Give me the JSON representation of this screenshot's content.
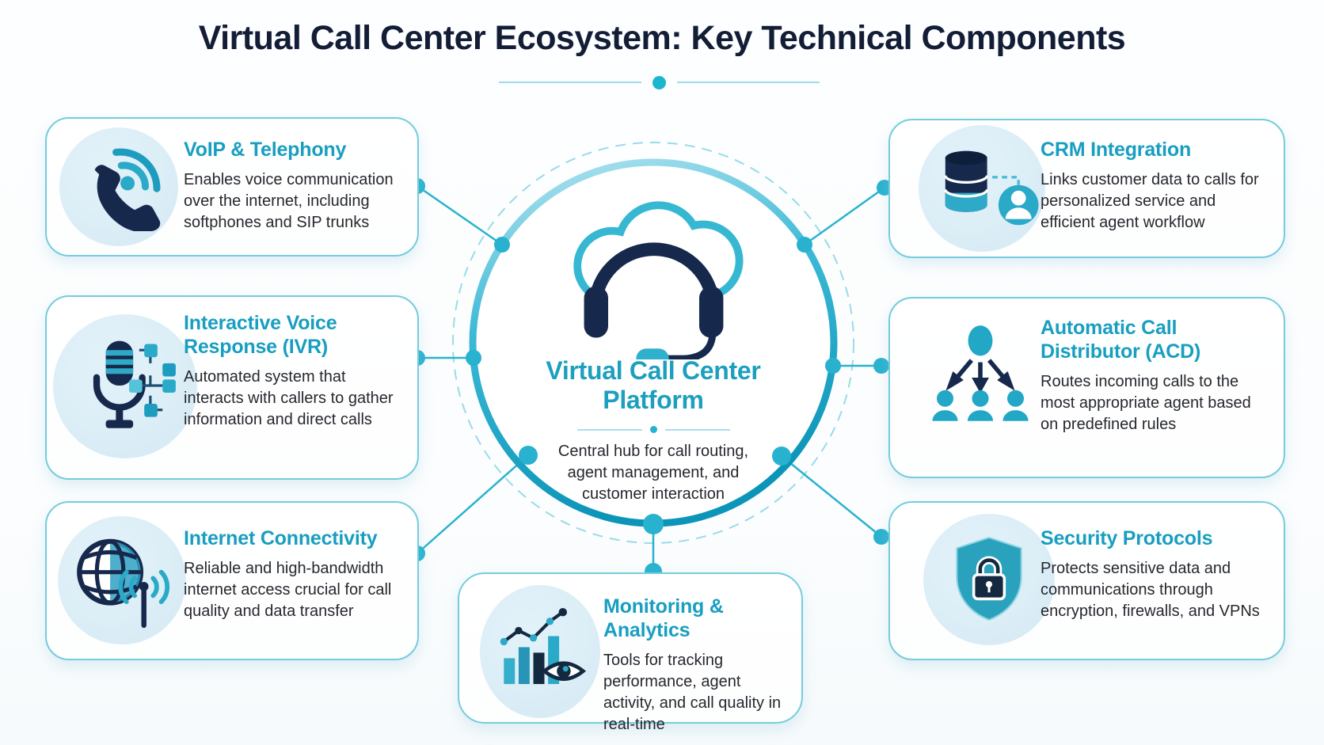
{
  "title": "Virtual Call Center Ecosystem: Key Technical Components",
  "hub": {
    "icon": "cloud-headset-icon",
    "title": "Virtual Call Center Platform",
    "title_line1": "Virtual Call Center",
    "title_line2": "Platform",
    "description_lines": [
      "Central hub for call routing,",
      "agent management, and",
      "customer interaction"
    ]
  },
  "cards": [
    {
      "id": "voip",
      "icon": "phone-wifi-icon",
      "title": "VoIP & Telephony",
      "description": "Enables voice communication over the internet, including softphones and SIP trunks"
    },
    {
      "id": "ivr",
      "icon": "microphone-flowchart-icon",
      "title": "Interactive Voice Response (IVR)",
      "description": "Automated system that interacts with callers to gather information and direct calls"
    },
    {
      "id": "internet",
      "icon": "globe-antenna-icon",
      "title": "Internet Connectivity",
      "description": "Reliable and high-bandwidth internet access crucial for call quality and data transfer"
    },
    {
      "id": "crm",
      "icon": "database-user-icon",
      "title": "CRM Integration",
      "description": "Links customer data to calls for personalized service and efficient agent workflow"
    },
    {
      "id": "acd",
      "icon": "call-distribution-icon",
      "title": "Automatic Call Distributor (ACD)",
      "description": "Routes incoming calls to the most appropriate agent based on predefined rules"
    },
    {
      "id": "security",
      "icon": "shield-lock-icon",
      "title": "Security Protocols",
      "description": "Protects sensitive data and communications through encryption, firewalls, and VPNs"
    },
    {
      "id": "monitoring",
      "icon": "chart-eye-icon",
      "title": "Monitoring & Analytics",
      "description": "Tools for tracking performance, agent activity, and call quality in real-time"
    }
  ],
  "colors": {
    "accent_teal": "#189ec0",
    "icon_teal": "#2aa9c8",
    "navy": "#16294d",
    "title_navy": "#131d36",
    "connector": "#29b2cf",
    "card_border": "#74ccdd",
    "icon_background": "#d8ebf5",
    "body_text": "#25282e"
  }
}
